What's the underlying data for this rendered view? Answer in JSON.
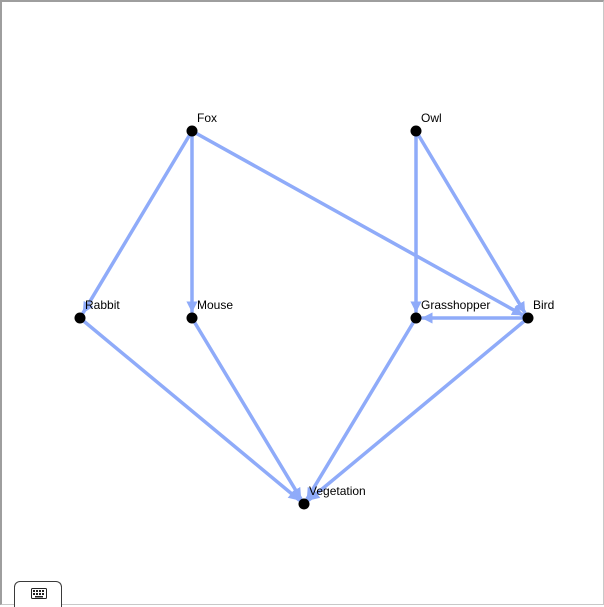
{
  "diagram": {
    "type": "directed-graph",
    "edge_color": "#8fabf9",
    "node_color": "#000000",
    "nodes": [
      {
        "id": "fox",
        "label": "Fox"
      },
      {
        "id": "owl",
        "label": "Owl"
      },
      {
        "id": "rabbit",
        "label": "Rabbit"
      },
      {
        "id": "mouse",
        "label": "Mouse"
      },
      {
        "id": "grasshopper",
        "label": "Grasshopper"
      },
      {
        "id": "bird",
        "label": "Bird"
      },
      {
        "id": "vegetation",
        "label": "Vegetation"
      }
    ],
    "edges": [
      {
        "from": "fox",
        "to": "rabbit"
      },
      {
        "from": "fox",
        "to": "mouse"
      },
      {
        "from": "fox",
        "to": "bird"
      },
      {
        "from": "owl",
        "to": "grasshopper"
      },
      {
        "from": "owl",
        "to": "bird"
      },
      {
        "from": "bird",
        "to": "grasshopper"
      },
      {
        "from": "rabbit",
        "to": "vegetation"
      },
      {
        "from": "mouse",
        "to": "vegetation"
      },
      {
        "from": "grasshopper",
        "to": "vegetation"
      },
      {
        "from": "bird",
        "to": "vegetation"
      }
    ]
  },
  "toolbar": {
    "keyboard_icon": "keyboard-icon"
  }
}
